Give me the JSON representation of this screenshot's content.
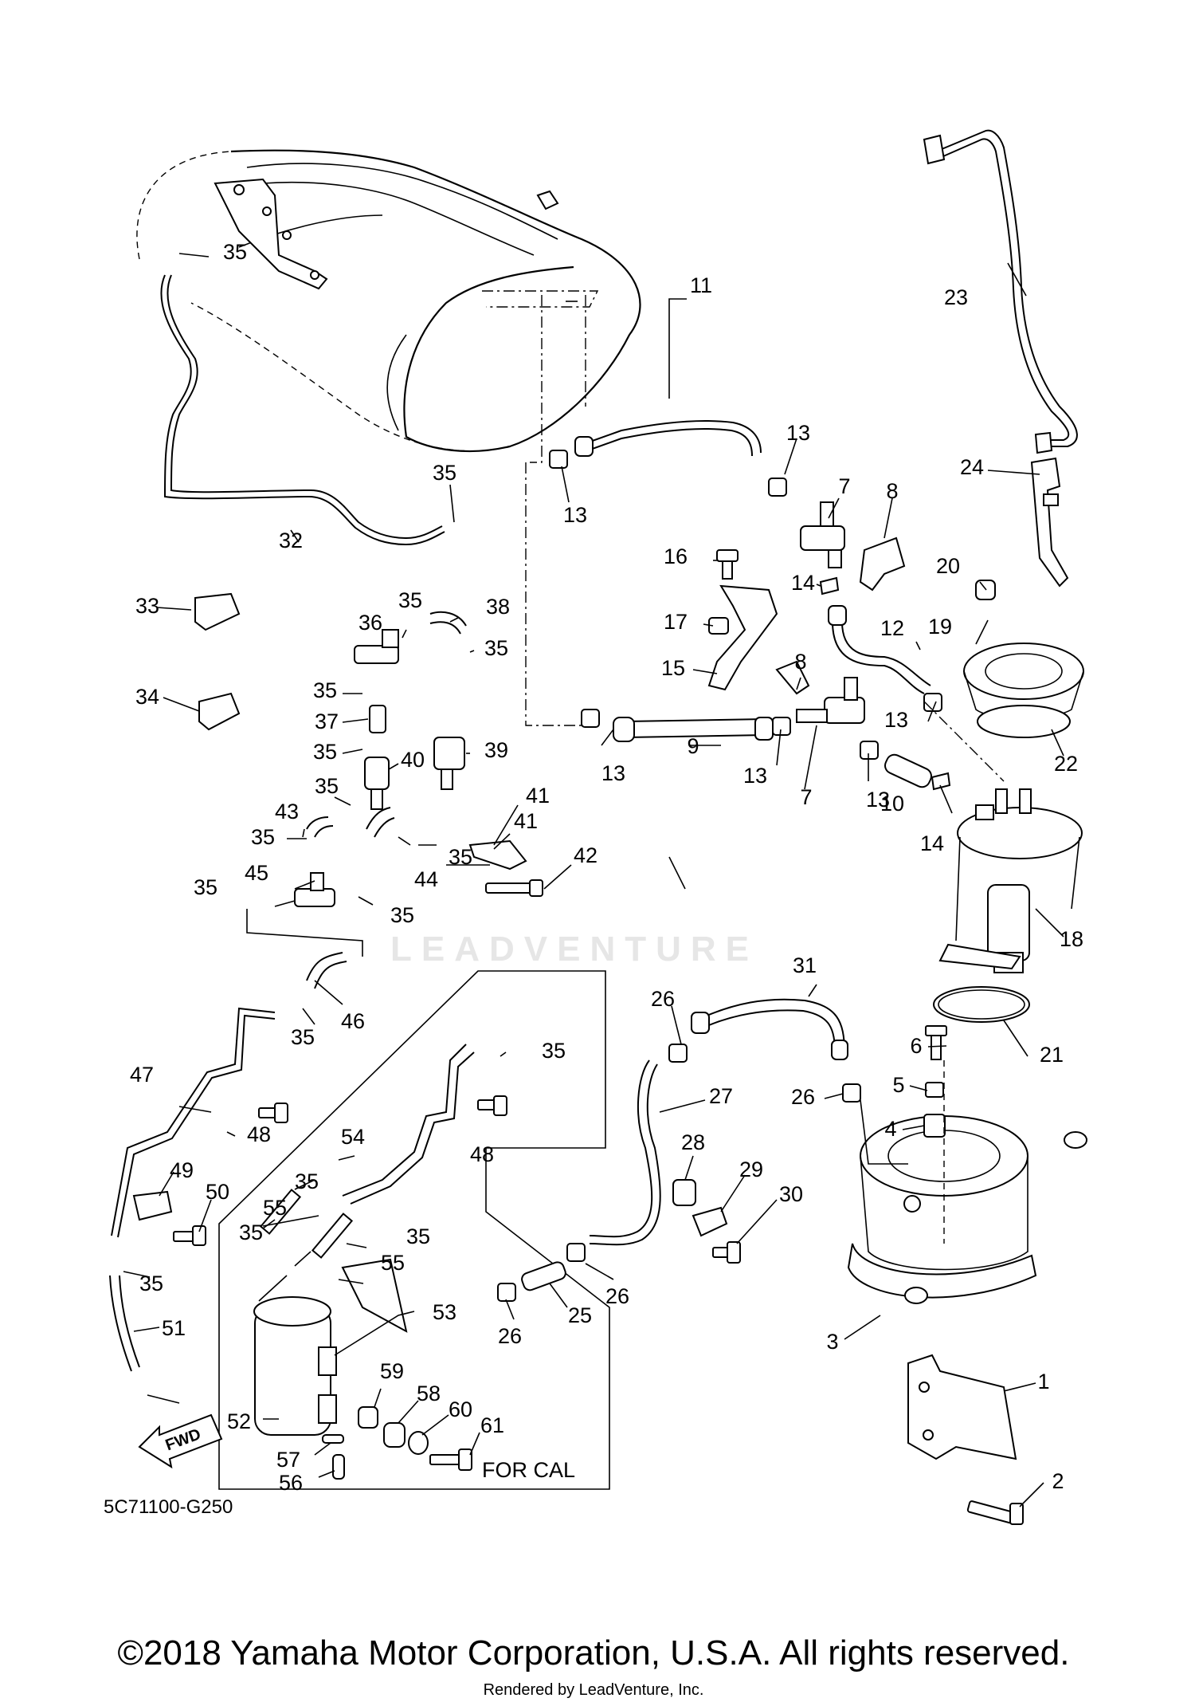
{
  "diagram_code": "5C71100-G250",
  "for_cal_label": "FOR CAL",
  "fwd_label": "FWD",
  "copyright": "©2018 Yamaha Motor Corporation, U.S.A. All rights reserved.",
  "rendered_by": "Rendered by LeadVenture, Inc.",
  "watermark": "LEADVENTURE",
  "callouts": [
    {
      "id": "c1",
      "text": "1"
    },
    {
      "id": "c2",
      "text": "2"
    },
    {
      "id": "c3",
      "text": "3"
    },
    {
      "id": "c4",
      "text": "4"
    },
    {
      "id": "c5",
      "text": "5"
    },
    {
      "id": "c6",
      "text": "6"
    },
    {
      "id": "c7a",
      "text": "7"
    },
    {
      "id": "c7b",
      "text": "7"
    },
    {
      "id": "c8a",
      "text": "8"
    },
    {
      "id": "c8b",
      "text": "8"
    },
    {
      "id": "c9",
      "text": "9"
    },
    {
      "id": "c10",
      "text": "10"
    },
    {
      "id": "c11",
      "text": "11"
    },
    {
      "id": "c12",
      "text": "12"
    },
    {
      "id": "c13a",
      "text": "13"
    },
    {
      "id": "c13b",
      "text": "13"
    },
    {
      "id": "c13c",
      "text": "13"
    },
    {
      "id": "c13d",
      "text": "13"
    },
    {
      "id": "c13e",
      "text": "13"
    },
    {
      "id": "c13f",
      "text": "13"
    },
    {
      "id": "c14a",
      "text": "14"
    },
    {
      "id": "c14b",
      "text": "14"
    },
    {
      "id": "c15",
      "text": "15"
    },
    {
      "id": "c16",
      "text": "16"
    },
    {
      "id": "c17",
      "text": "17"
    },
    {
      "id": "c18",
      "text": "18"
    },
    {
      "id": "c19",
      "text": "19"
    },
    {
      "id": "c20",
      "text": "20"
    },
    {
      "id": "c21",
      "text": "21"
    },
    {
      "id": "c22",
      "text": "22"
    },
    {
      "id": "c23",
      "text": "23"
    },
    {
      "id": "c24",
      "text": "24"
    },
    {
      "id": "c25",
      "text": "25"
    },
    {
      "id": "c26a",
      "text": "26"
    },
    {
      "id": "c26b",
      "text": "26"
    },
    {
      "id": "c26c",
      "text": "26"
    },
    {
      "id": "c26d",
      "text": "26"
    },
    {
      "id": "c27",
      "text": "27"
    },
    {
      "id": "c28",
      "text": "28"
    },
    {
      "id": "c29",
      "text": "29"
    },
    {
      "id": "c30",
      "text": "30"
    },
    {
      "id": "c31",
      "text": "31"
    },
    {
      "id": "c32",
      "text": "32"
    },
    {
      "id": "c33",
      "text": "33"
    },
    {
      "id": "c34",
      "text": "34"
    },
    {
      "id": "c35a",
      "text": "35"
    },
    {
      "id": "c35b",
      "text": "35"
    },
    {
      "id": "c35c",
      "text": "35"
    },
    {
      "id": "c35d",
      "text": "35"
    },
    {
      "id": "c35e",
      "text": "35"
    },
    {
      "id": "c35f",
      "text": "35"
    },
    {
      "id": "c35g",
      "text": "35"
    },
    {
      "id": "c35h",
      "text": "35"
    },
    {
      "id": "c35i",
      "text": "35"
    },
    {
      "id": "c35j",
      "text": "35"
    },
    {
      "id": "c35k",
      "text": "35"
    },
    {
      "id": "c35l",
      "text": "35"
    },
    {
      "id": "c35m",
      "text": "35"
    },
    {
      "id": "c35n",
      "text": "35"
    },
    {
      "id": "c35o",
      "text": "35"
    },
    {
      "id": "c35p",
      "text": "35"
    },
    {
      "id": "c35q",
      "text": "35"
    },
    {
      "id": "c36",
      "text": "36"
    },
    {
      "id": "c37",
      "text": "37"
    },
    {
      "id": "c38",
      "text": "38"
    },
    {
      "id": "c39",
      "text": "39"
    },
    {
      "id": "c40",
      "text": "40"
    },
    {
      "id": "c41a",
      "text": "41"
    },
    {
      "id": "c41b",
      "text": "41"
    },
    {
      "id": "c42",
      "text": "42"
    },
    {
      "id": "c43",
      "text": "43"
    },
    {
      "id": "c44",
      "text": "44"
    },
    {
      "id": "c45",
      "text": "45"
    },
    {
      "id": "c46",
      "text": "46"
    },
    {
      "id": "c47",
      "text": "47"
    },
    {
      "id": "c48a",
      "text": "48"
    },
    {
      "id": "c48b",
      "text": "48"
    },
    {
      "id": "c49",
      "text": "49"
    },
    {
      "id": "c50",
      "text": "50"
    },
    {
      "id": "c51",
      "text": "51"
    },
    {
      "id": "c52",
      "text": "52"
    },
    {
      "id": "c53",
      "text": "53"
    },
    {
      "id": "c54",
      "text": "54"
    },
    {
      "id": "c55a",
      "text": "55"
    },
    {
      "id": "c55b",
      "text": "55"
    },
    {
      "id": "c56",
      "text": "56"
    },
    {
      "id": "c57",
      "text": "57"
    },
    {
      "id": "c58",
      "text": "58"
    },
    {
      "id": "c59",
      "text": "59"
    },
    {
      "id": "c60",
      "text": "60"
    },
    {
      "id": "c61",
      "text": "61"
    }
  ]
}
